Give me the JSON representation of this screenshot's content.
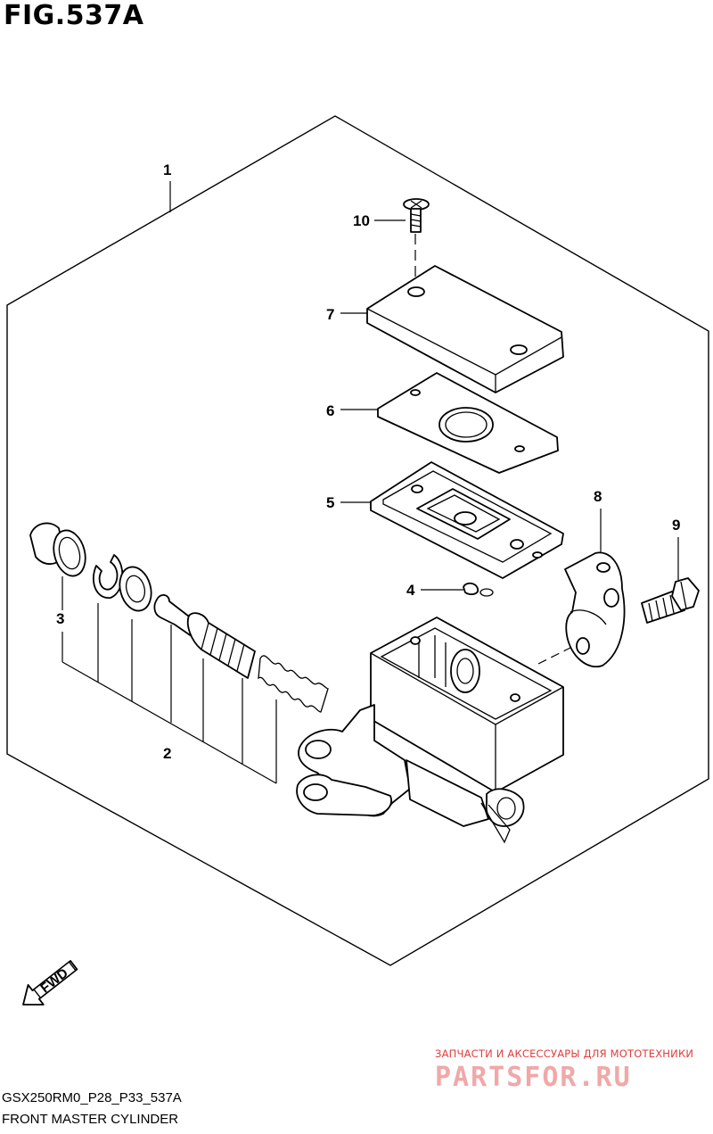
{
  "figure_title": "FIG.537A",
  "callouts": {
    "c1": "1",
    "c2": "2",
    "c3": "3",
    "c4": "4",
    "c5": "5",
    "c6": "6",
    "c7": "7",
    "c8": "8",
    "c9": "9",
    "c10": "10"
  },
  "fwd_label": "FWD",
  "watermark": {
    "tagline": "ЗАПЧАСТИ И АКСЕССУАРЫ ДЛЯ МОТОТЕХНИКИ",
    "logo": "PARTSFOR.RU"
  },
  "footer": {
    "code": "GSX250RM0_P28_P33_537A",
    "name": "FRONT MASTER CYLINDER"
  }
}
